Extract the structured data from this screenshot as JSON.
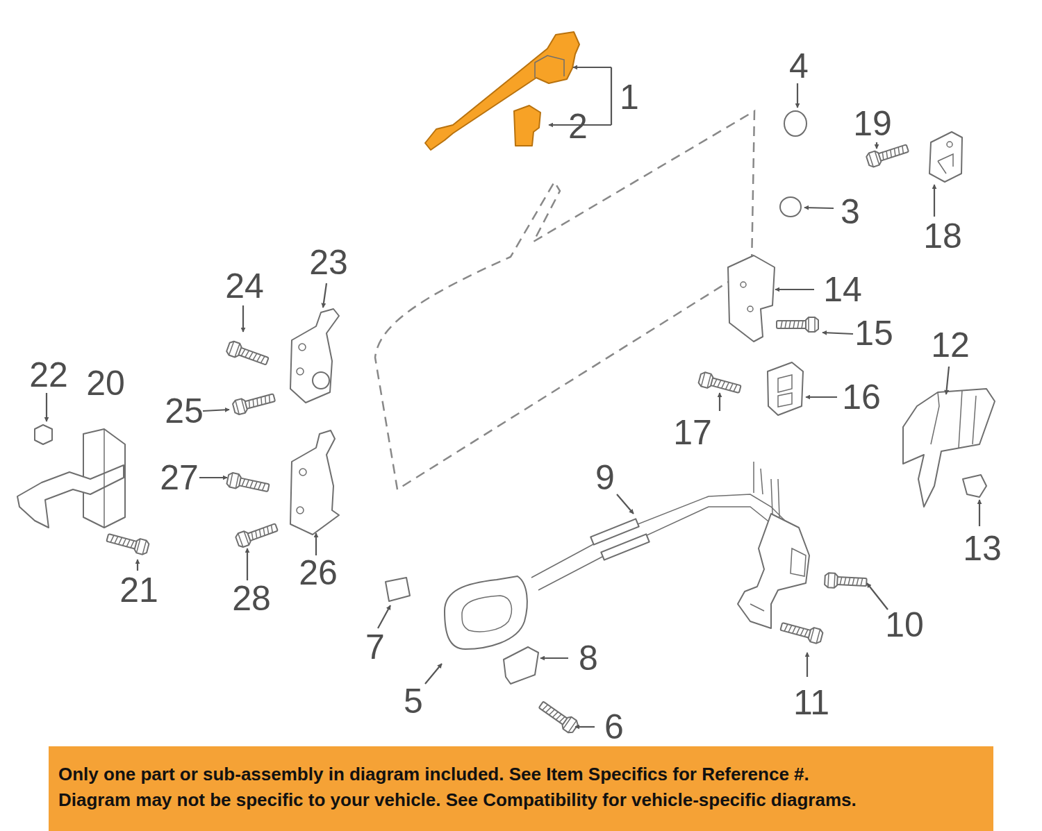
{
  "diagram": {
    "nodes": [
      {
        "text": [
          "Only one part or sub-assembly in diagram included. See Item Specifics for Reference #.",
          "Diagram may not be specific to your vehicle. See Compatibility for vehicle-specific diagrams."
        ]
      }
    ],
    "labels": [
      "1",
      "2",
      "4",
      "19",
      "3",
      "18",
      "23",
      "24",
      "14",
      "15",
      "12",
      "22",
      "20",
      "25",
      "17",
      "16",
      "27",
      "9",
      "13",
      "21",
      "28",
      "26",
      "10",
      "7",
      "8",
      "11",
      "5",
      "6"
    ]
  }
}
